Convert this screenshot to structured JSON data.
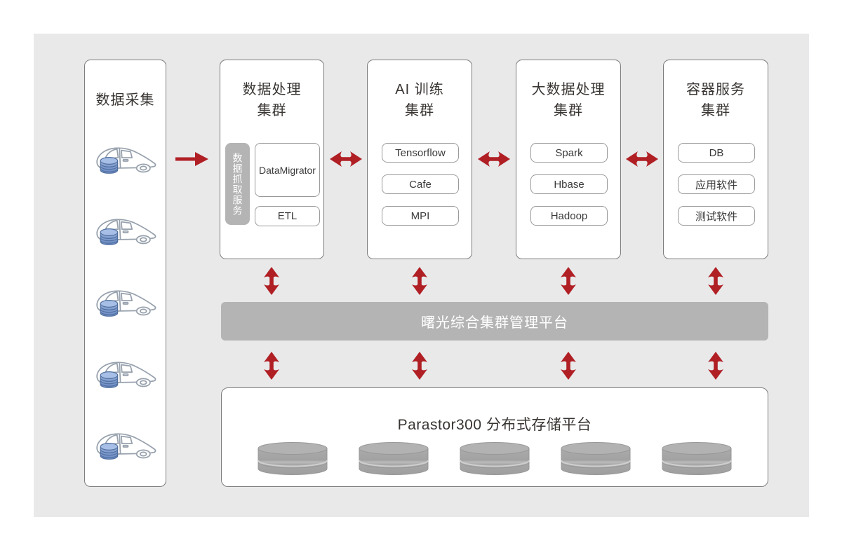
{
  "colors": {
    "arrow_red": "#b01f24",
    "gray_fill": "#b4b4b4",
    "panel_bg": "#e9e9ea",
    "text": "#3a3a3a",
    "box_border": "#7d7d7d",
    "car_disk_blue": "#7d9ad0",
    "disk_gray": "#a8a8a8"
  },
  "collection": {
    "title": "数据采集",
    "car_count": 5
  },
  "clusters": [
    {
      "title": "数据处理\n集群",
      "side_label": "数据抓取服务",
      "items": [
        "DataMigrator",
        "ETL"
      ]
    },
    {
      "title": "AI 训练\n集群",
      "items": [
        "Tensorflow",
        "Cafe",
        "MPI"
      ]
    },
    {
      "title": "大数据处理\n集群",
      "items": [
        "Spark",
        "Hbase",
        "Hadoop"
      ]
    },
    {
      "title": "容器服务\n集群",
      "items": [
        "DB",
        "应用软件",
        "测试软件"
      ]
    }
  ],
  "management_bar": {
    "label": "曙光综合集群管理平台"
  },
  "storage": {
    "title": "Parastor300 分布式存储平台",
    "disk_count": 5
  }
}
